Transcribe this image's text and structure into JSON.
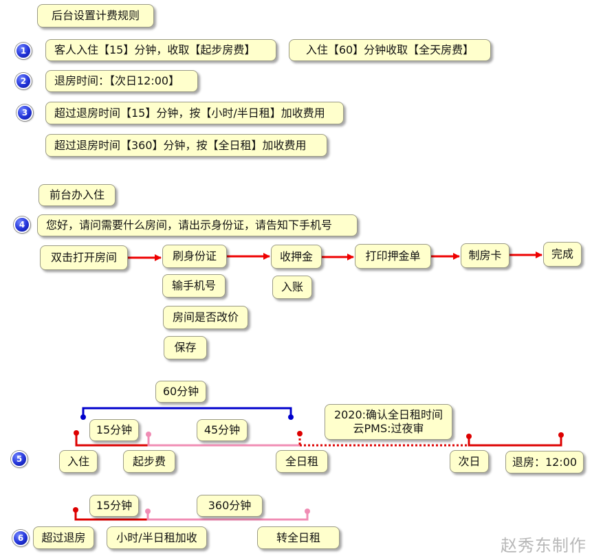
{
  "title": "后台设置计费规则",
  "badges": [
    "1",
    "2",
    "3",
    "4",
    "5",
    "6"
  ],
  "rules": {
    "r1a": "客人入住【15】分钟，收取【起步房费】",
    "r1b": "入住【60】分钟收取【全天房费】",
    "r2": "退房时间：【次日12:00】",
    "r3a": "超过退房时间【15】分钟，按【小时/半日租】加收费用",
    "r3b": "超过退房时间【360】分钟，按【全日租】加收费用"
  },
  "checkin": {
    "header": "前台办入住",
    "greeting": "您好，请问需要什么房间，请出示身份证，请告知下手机号",
    "steps": [
      "双击打开房间",
      "刷身份证",
      "收押金",
      "打印押金单",
      "制房卡",
      "完成"
    ],
    "sub_idcard": [
      "输手机号",
      "房间是否改价",
      "保存"
    ],
    "sub_deposit": [
      "入账"
    ]
  },
  "timeline5": {
    "span60": "60分钟",
    "span15": "15分钟",
    "span45": "45分钟",
    "note_line1": "2020:确认全日租时间",
    "note_line2": "云PMS:过夜审",
    "checkin": "入住",
    "start_fee": "起步费",
    "full_day": "全日租",
    "next_day": "次日",
    "checkout": "退房：12:00"
  },
  "timeline6": {
    "span15": "15分钟",
    "span360": "360分钟",
    "overtime": "超过退房",
    "hourly": "小时/半日租加收",
    "to_full": "转全日租"
  },
  "watermark": "赵秀东制作",
  "colors": {
    "box_fill": "#ffffcc",
    "badge_blue": "#2233d8",
    "arrow_red": "#ee0000",
    "line_blue": "#0000cc",
    "line_pink": "#f08cb4",
    "line_red": "#dd0000"
  }
}
